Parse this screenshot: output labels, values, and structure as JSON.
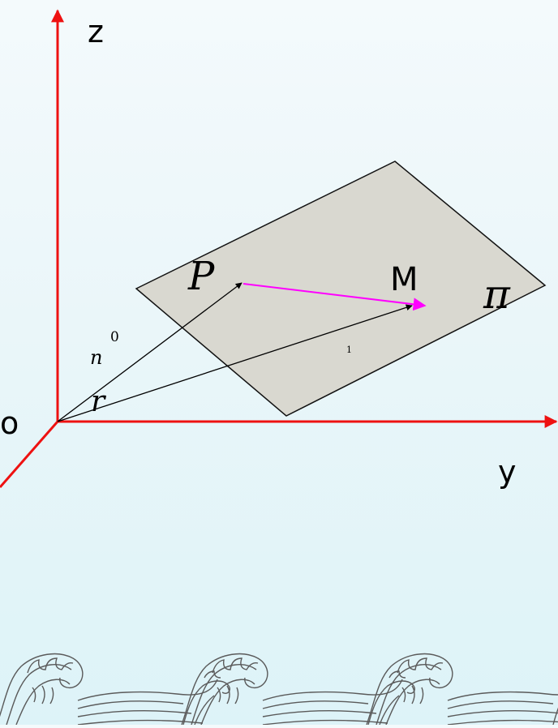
{
  "diagram": {
    "axis_labels": {
      "z": "z",
      "y": "y",
      "origin": "o"
    },
    "point_labels": {
      "P": "P",
      "M": "M",
      "plane": "π"
    },
    "vector_labels": {
      "n": "n",
      "n_superscript": "0",
      "r": "r",
      "r_subscript": "1"
    },
    "colors": {
      "axis": "#ee1111",
      "plane_fill": "#d9d8d0",
      "plane_stroke": "#111111",
      "vector": "#000000",
      "pm_vector": "#ff00ff",
      "wave_ink": "#5a5a5a",
      "background_top": "#f4fafc",
      "background_bottom": "#ddf3f8"
    },
    "decoration": "wave-border"
  }
}
